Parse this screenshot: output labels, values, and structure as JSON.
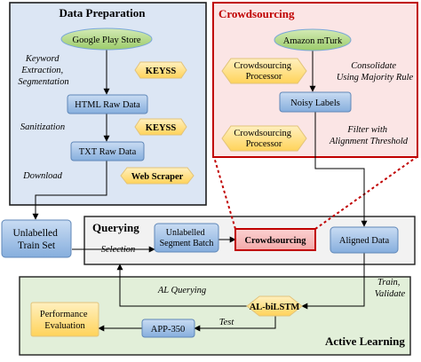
{
  "sections": {
    "data_preparation": "Data Preparation",
    "crowdsourcing": "Crowdsourcing",
    "querying": "Querying",
    "active_learning": "Active Learning"
  },
  "nodes": {
    "google_play": "Google Play Store",
    "keyss1": "KEYSS",
    "html_raw": "HTML Raw Data",
    "keyss2": "KEYSS",
    "txt_raw": "TXT Raw Data",
    "web_scraper": "Web Scraper",
    "amazon_mturk": "Amazon mTurk",
    "crowd_processor_1": [
      "Crowdsourcing",
      "Processor"
    ],
    "noisy_labels": "Noisy Labels",
    "crowd_processor_2": [
      "Crowdsourcing",
      "Processor"
    ],
    "unlabelled_train": [
      "Unlabelled",
      "Train Set"
    ],
    "unlabelled_segment": [
      "Unlabelled",
      "Segment Batch"
    ],
    "crowdsourcing_q": "Crowdsourcing",
    "aligned_data": "Aligned Data",
    "al_bilstm": "AL-biLSTM",
    "app350": "APP-350",
    "performance": [
      "Performance",
      "Evaluation"
    ]
  },
  "notes": {
    "keyword": [
      "Keyword",
      "Extraction,",
      "Segmentation"
    ],
    "sanitization": "Sanitization",
    "download": "Download",
    "consolidate": [
      "Consolidate",
      "Using Majority Rule"
    ],
    "filter": [
      "Filter with",
      "Alignment Threshold"
    ],
    "selection": "Selection",
    "al_querying": "AL Querying",
    "train_validate": [
      "Train,",
      "Validate"
    ],
    "test": "Test"
  },
  "colors": {
    "blue_panel": "#dce6f4",
    "red_panel": "#fbe5e5",
    "green_panel": "#e2efd9",
    "gray_panel": "#f2f2f2",
    "green_node": "#b4d78a",
    "blue_node": "#9cc0e6",
    "yellow_node": "#ffe08a",
    "red_border": "#c00000"
  }
}
